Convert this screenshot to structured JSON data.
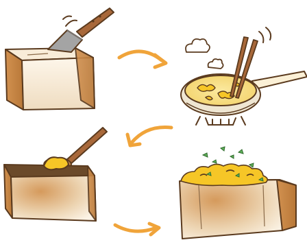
{
  "illustration": {
    "steps": [
      {
        "scene": "cut-open-tofu-pouch"
      },
      {
        "scene": "scramble-egg-in-pan"
      },
      {
        "scene": "spoon-filling-into-pouch"
      },
      {
        "scene": "filled-tofu-pouch-with-garnish"
      }
    ]
  },
  "colors": {
    "outline": "#5a3a1e",
    "tofu_light": "#fbf3e6",
    "tofu_shade": "#d8a36a",
    "tofu_side": "#c98a4c",
    "arrow": "#f0a43a",
    "egg": "#f6c627",
    "pan_body": "#f1ebdd",
    "handle_wood": "#a8683a",
    "knife_blade": "#9c9c9c",
    "herb": "#5fb05a"
  }
}
